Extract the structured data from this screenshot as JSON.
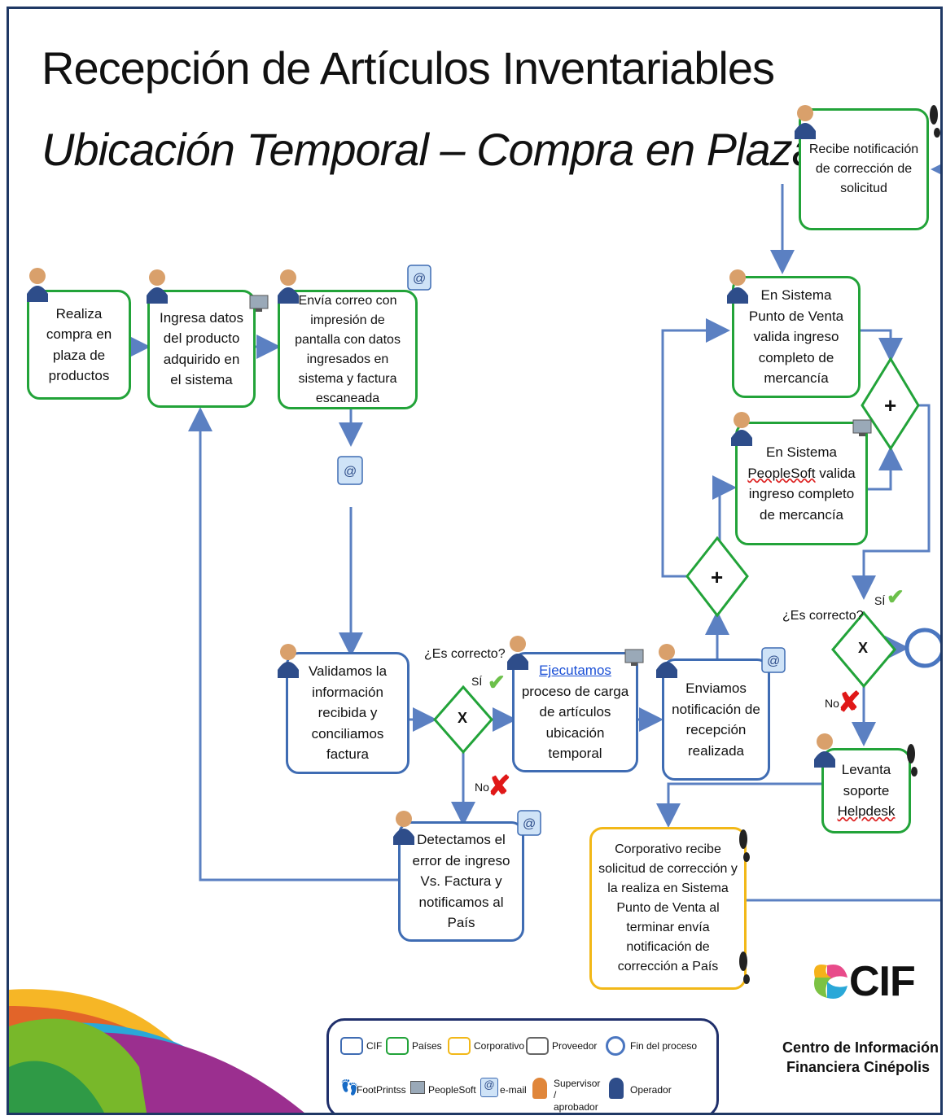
{
  "title": "Recepción de Artículos Inventariables",
  "subtitle": "Ubicación Temporal – Compra en Plaza",
  "nodes": {
    "realiza_compra": "Realiza compra en plaza de productos",
    "ingresa_datos": "Ingresa datos del producto adquirido en el sistema",
    "envia_correo": "Envía correo con impresión de pantalla con datos ingresados en sistema y factura escaneada",
    "validamos": "Validamos la información recibida y conciliamos factura",
    "ejecutamos_link": "Ejecutamos",
    "ejecutamos_rest": "proceso de carga de artículos ubicación temporal",
    "enviamos_notif": "Enviamos notificación de recepción realizada",
    "detectamos": "Detectamos el error de ingreso Vs. Factura y notificamos al País",
    "recibe_notif": "Recibe notificación de corrección de solicitud",
    "punto_venta": "En Sistema Punto de Venta valida ingreso completo de mercancía",
    "peoplesoft_line1": "En Sistema",
    "peoplesoft_word": "PeopleSoft",
    "peoplesoft_rest": "valida ingreso completo de mercancía",
    "levanta_line": "Levanta soporte",
    "levanta_word": "Helpdesk",
    "corporativo": "Corporativo recibe solicitud de corrección y la realiza en Sistema Punto de Venta al terminar envía notificación de corrección a País"
  },
  "gateways": {
    "decision1_question": "¿Es correcto?",
    "decision2_question": "¿Es correcto?",
    "x_label": "X",
    "plus_label": "+",
    "yes_label": "SÍ",
    "no_label": "No"
  },
  "legend": {
    "cif": "CIF",
    "paises": "Países",
    "corporativo": "Corporativo",
    "proveedor": "Proveedor",
    "fin": "Fin del proceso",
    "footprints": "FootPrintss",
    "peoplesoft": "PeopleSoft",
    "email": "e-mail",
    "supervisor": "Supervisor / aprobador",
    "operador": "Operador"
  },
  "logo": {
    "brand": "CIF",
    "line1": "Centro de Información",
    "line2": "Financiera Cinépolis"
  },
  "colors": {
    "paises": "#22a339",
    "cif": "#3f6cb3",
    "corporativo": "#f2b818",
    "connector": "#5b80c2"
  }
}
